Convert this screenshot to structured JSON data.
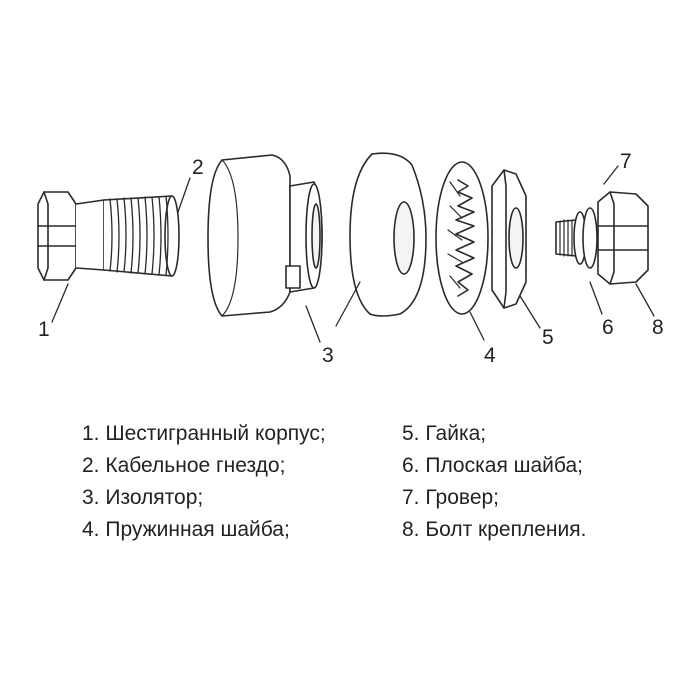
{
  "callouts": [
    "1",
    "2",
    "3",
    "4",
    "5",
    "6",
    "7",
    "8"
  ],
  "legend_left": [
    "1. Шестигранный корпус;",
    "2. Кабельное гнездо;",
    "3. Изолятор;",
    "4. Пружинная шайба;"
  ],
  "legend_right": [
    "5. Гайка;",
    "6. Плоская шайба;",
    "7. Гровер;",
    "8. Болт крепления."
  ]
}
